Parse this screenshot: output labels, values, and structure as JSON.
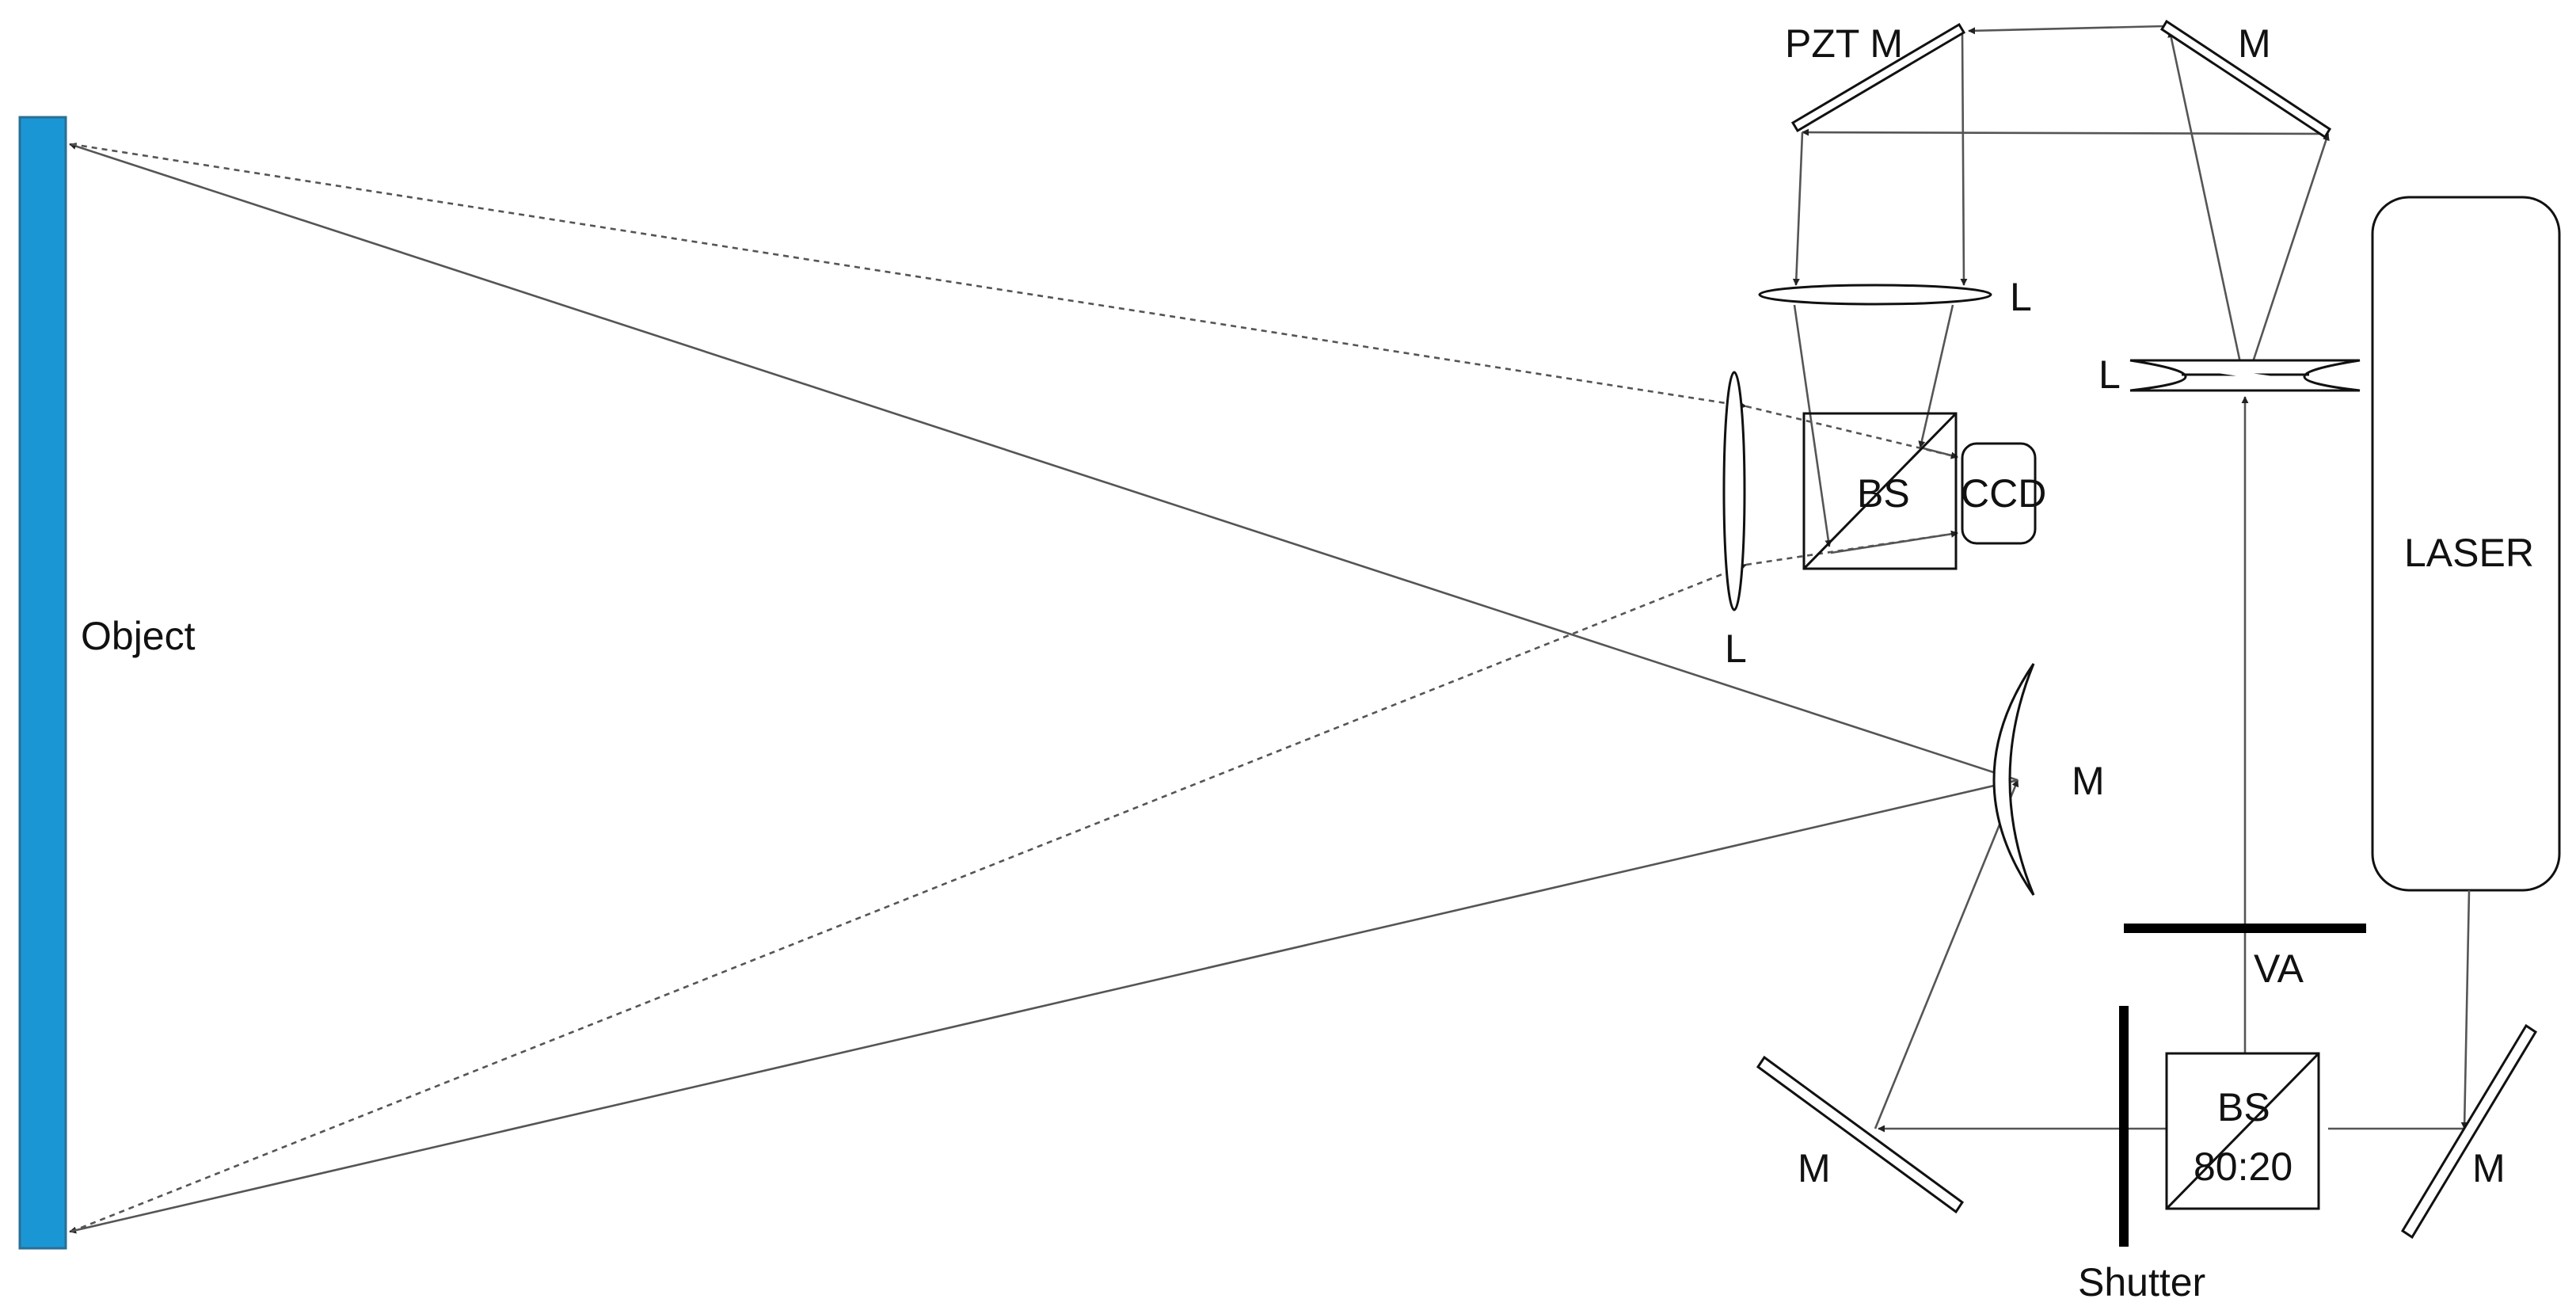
{
  "diagram": {
    "labels": {
      "object": "Object",
      "pzt_mirror": "PZT M",
      "mirror_top_right": "M",
      "lens_top": "L",
      "lens_diverging": "L",
      "lens_vertical": "L",
      "beam_splitter": "BS",
      "ccd": "CCD",
      "laser": "LASER",
      "curved_mirror": "M",
      "variable_attenuator": "VA",
      "beam_splitter_8020_line1": "BS",
      "beam_splitter_8020_line2": "80:20",
      "mirror_bottom_left": "M",
      "mirror_bottom_right": "M",
      "shutter": "Shutter"
    },
    "colors": {
      "object_fill": "#1a96d4",
      "object_stroke": "#2a6f95",
      "ray": "#555555",
      "component": "#111111"
    }
  }
}
